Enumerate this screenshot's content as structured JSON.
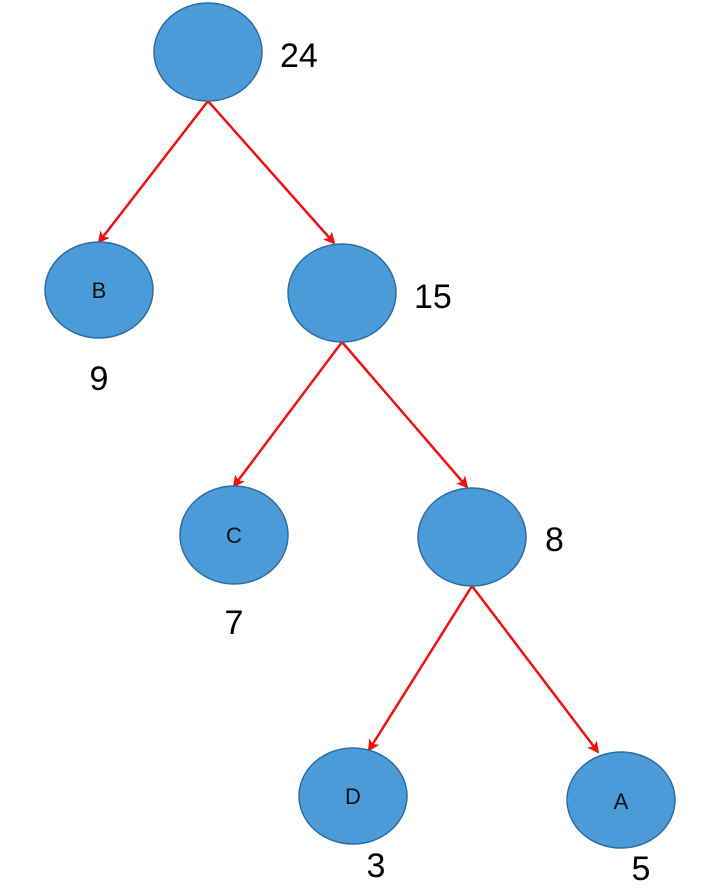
{
  "colors": {
    "node_fill": "#4a9bd8",
    "edge": "#ee1111"
  },
  "tree": {
    "root": {
      "letter": "",
      "weight": "24"
    },
    "b": {
      "letter": "B",
      "weight": "9"
    },
    "n15": {
      "letter": "",
      "weight": "15"
    },
    "c": {
      "letter": "C",
      "weight": "7"
    },
    "n8": {
      "letter": "",
      "weight": "8"
    },
    "d": {
      "letter": "D",
      "weight": "3"
    },
    "a": {
      "letter": "A",
      "weight": "5"
    }
  },
  "edges": [
    {
      "from": "24",
      "to": "B"
    },
    {
      "from": "24",
      "to": "15"
    },
    {
      "from": "15",
      "to": "C"
    },
    {
      "from": "15",
      "to": "8"
    },
    {
      "from": "8",
      "to": "D"
    },
    {
      "from": "8",
      "to": "A"
    }
  ]
}
